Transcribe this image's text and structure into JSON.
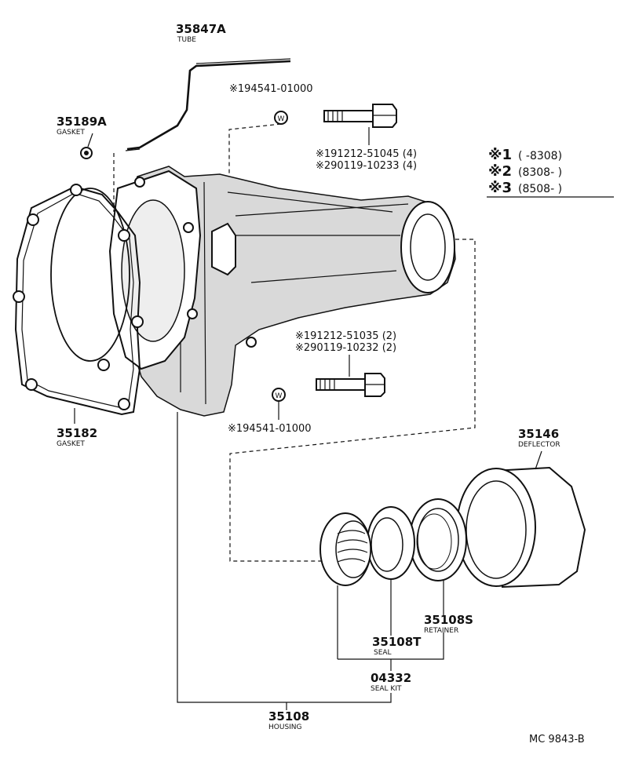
{
  "parts": {
    "tube": {
      "number": "35847A",
      "name": "TUBE"
    },
    "gasket_small": {
      "number": "35189A",
      "name": "GASKET"
    },
    "gasket_large": {
      "number": "35182",
      "name": "GASKET"
    },
    "housing": {
      "number": "35108",
      "name": "HOUSING"
    },
    "deflector": {
      "number": "35146",
      "name": "DEFLECTOR"
    },
    "retainer": {
      "number": "35108S",
      "name": "RETAINER"
    },
    "seal": {
      "number": "35108T",
      "name": "SEAL"
    },
    "seal_kit": {
      "number": "04332",
      "name": "SEAL KIT"
    }
  },
  "callouts": {
    "washer_top": "※194541-01000",
    "washer_bottom": "※194541-01000",
    "bolt_upper_1": "※191212-51045 (4)",
    "bolt_upper_2": "※290119-10233 (4)",
    "bolt_lower_1": "※191212-51035 (2)",
    "bolt_lower_2": "※290119-10232 (2)",
    "washer_symbol": "W"
  },
  "legend": [
    {
      "mark": "※1",
      "range": "(        -8308)"
    },
    {
      "mark": "※2",
      "range": "(8308-        )"
    },
    {
      "mark": "※3",
      "range": "(8508-        )"
    }
  ],
  "diagram_code": "MC 9843-B"
}
